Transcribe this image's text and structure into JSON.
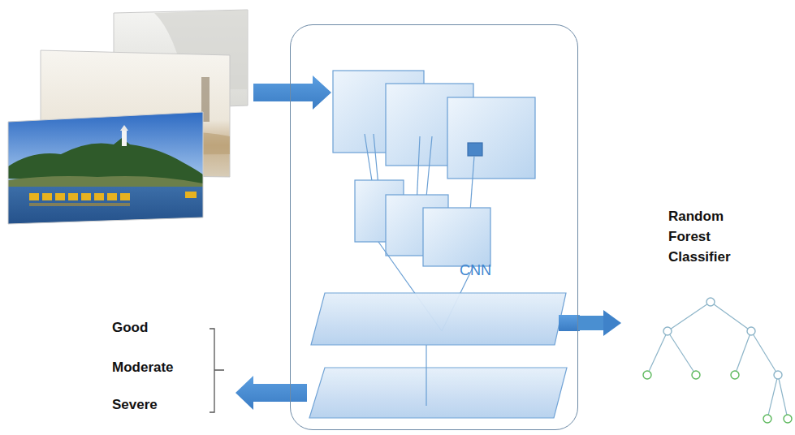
{
  "diagram": {
    "nodes": [
      {
        "text": [
          "CNN"
        ]
      },
      {
        "text": [
          "Random Forest Classifier"
        ]
      }
    ],
    "edges": [
      {
        "from": 0,
        "to": 1,
        "arrow": "to"
      }
    ],
    "labels": [
      "Good",
      "Moderate",
      "Severe"
    ]
  }
}
